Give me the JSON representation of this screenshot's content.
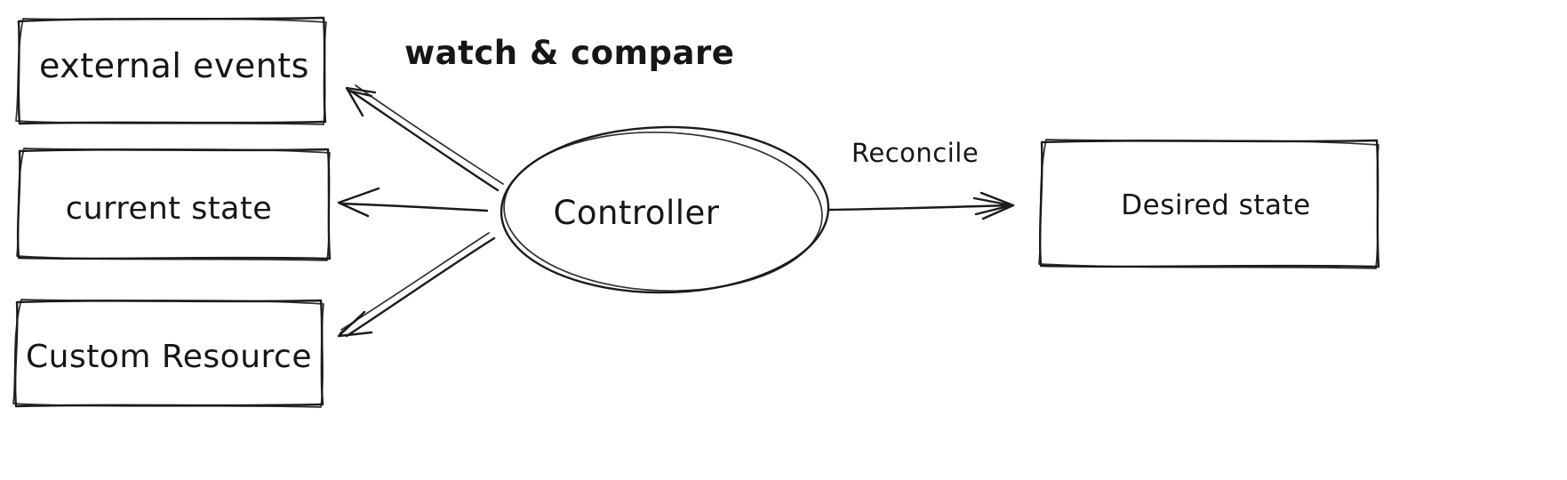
{
  "diagram": {
    "nodes": {
      "external_events": {
        "label": "external events",
        "shape": "rectangle"
      },
      "current_state": {
        "label": "current state",
        "shape": "rectangle"
      },
      "custom_resource": {
        "label": "Custom Resource",
        "shape": "rectangle"
      },
      "controller": {
        "label": "Controller",
        "shape": "ellipse"
      },
      "desired_state": {
        "label": "Desired state",
        "shape": "rectangle"
      }
    },
    "edges": {
      "watch_compare": {
        "label": "watch & compare",
        "from": "controller",
        "to": [
          "external_events",
          "current_state",
          "custom_resource"
        ]
      },
      "reconcile": {
        "label": "Reconcile",
        "from": "controller",
        "to": "desired_state"
      }
    },
    "colors": {
      "stroke": "#1b1b1b",
      "background": "#ffffff"
    }
  }
}
